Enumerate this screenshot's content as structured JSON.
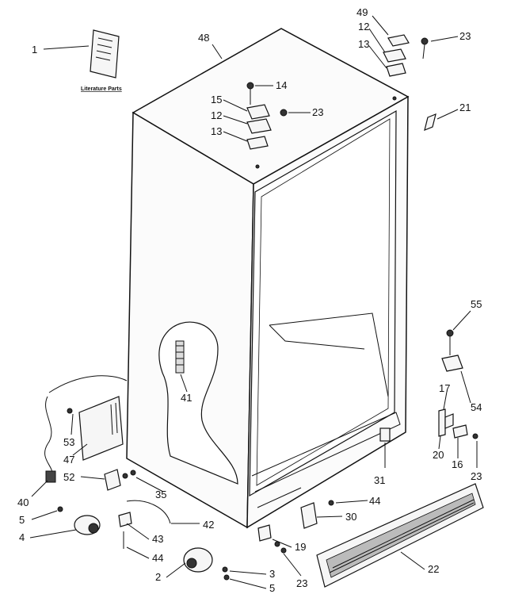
{
  "caption": "Literature Parts",
  "callouts": {
    "c1": "1",
    "c48": "48",
    "c49": "49",
    "c12a": "12",
    "c13a": "13",
    "c23a": "23",
    "c14": "14",
    "c15": "15",
    "c12b": "12",
    "c13b": "13",
    "c23b": "23",
    "c21": "21",
    "c55": "55",
    "c41": "41",
    "c54": "54",
    "c17": "17",
    "c53": "53",
    "c47": "47",
    "c52": "52",
    "c40": "40",
    "c35": "35",
    "c20": "20",
    "c16": "16",
    "c23c": "23",
    "c31": "31",
    "c44a": "44",
    "c5a": "5",
    "c42": "42",
    "c30": "30",
    "c4": "4",
    "c43": "43",
    "c19": "19",
    "c44b": "44",
    "c22": "22",
    "c2": "2",
    "c3": "3",
    "c23d": "23",
    "c5b": "5"
  }
}
